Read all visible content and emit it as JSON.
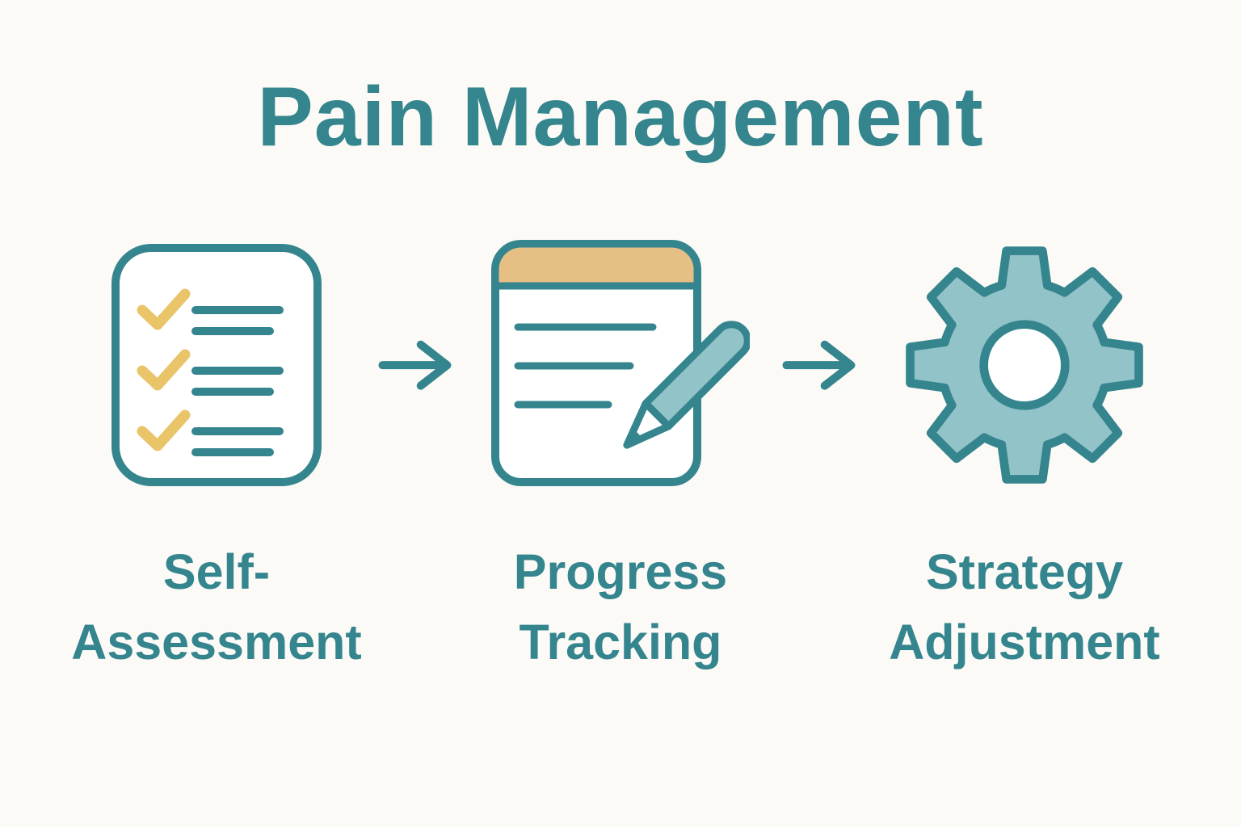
{
  "title": "Pain Management",
  "colors": {
    "teal": "#35858e",
    "light-teal": "#92c3c8",
    "tan": "#e6bf84",
    "yellow": "#e9c469",
    "background": "#fbfaf6"
  },
  "steps": [
    {
      "name": "self-assessment",
      "label_line1": "Self-",
      "label_line2": "Assessment",
      "icon": "checklist-icon"
    },
    {
      "name": "progress-tracking",
      "label_line1": "Progress",
      "label_line2": "Tracking",
      "icon": "notepad-pencil-icon"
    },
    {
      "name": "strategy-adjustment",
      "label_line1": "Strategy",
      "label_line2": "Adjustment",
      "icon": "gear-icon"
    }
  ],
  "icons": {
    "connector": "arrow-right-icon"
  }
}
